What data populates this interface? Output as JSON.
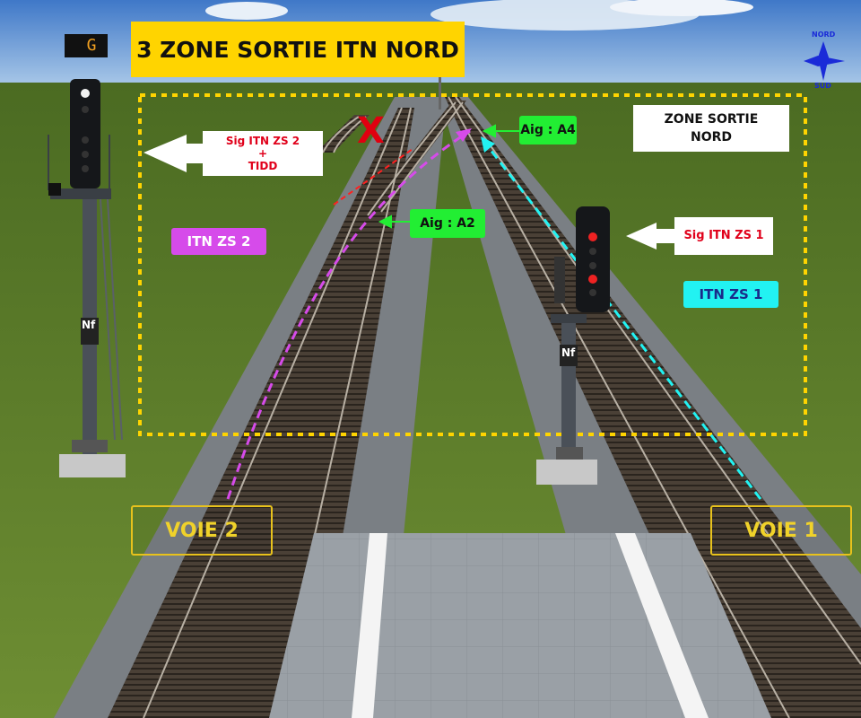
{
  "title": "3  ZONE SORTIE ITN NORD",
  "zone_label": {
    "line1": "ZONE SORTIE",
    "line2": "NORD"
  },
  "signal_2": {
    "line1": "Sig ITN ZS 2",
    "line2": "+",
    "line3": "TIDD",
    "aspect": "G"
  },
  "signal_1": {
    "label": "Sig ITN ZS 1"
  },
  "switches": {
    "a4": "Aig : A4",
    "a2": "Aig : A2"
  },
  "routes": {
    "itn_zs2": "ITN ZS 2",
    "itn_zs1": "ITN ZS 1"
  },
  "tracks": {
    "voie2": "VOIE 2",
    "voie1": "VOIE 1"
  },
  "compass": {
    "north": "NORD",
    "south": "SUD"
  },
  "blocked_marker": "X",
  "mast_plate": "Nf",
  "colors": {
    "title_bg": "#ffd400",
    "route_zs2": "#d64bea",
    "route_zs1": "#22f2f2",
    "switch_label": "#22ee33",
    "signal_text": "#e0001a",
    "zone_border": "#ffd400",
    "blocked": "#e00010"
  }
}
